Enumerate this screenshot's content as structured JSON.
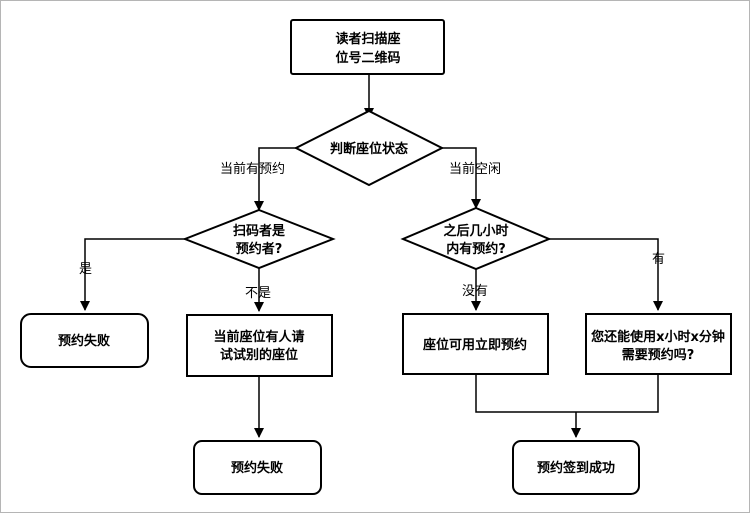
{
  "nodes": {
    "start": [
      "读者扫描座",
      "位号二维码"
    ],
    "judge_state": [
      "判断座位状态"
    ],
    "is_reserver": [
      "扫码者是",
      "预约者?"
    ],
    "has_reservation_later": [
      "之后几小时",
      "内有预约?"
    ],
    "fail_left": [
      "预约失败"
    ],
    "prompt_other_seat": [
      "当前座位有人请",
      "试试别的座位"
    ],
    "fail_bottom": [
      "预约失败"
    ],
    "reserve_now": [
      "座位可用立即预约"
    ],
    "ask_x_hours": [
      "您还能使用x小时x分钟",
      "需要预约吗?"
    ],
    "success": [
      "预约签到成功"
    ]
  },
  "edges": {
    "reserved_now": "当前有预约",
    "idle_now": "当前空闲",
    "yes_left": "是",
    "no_left": "不是",
    "none_right": "没有",
    "yes_right": "有"
  }
}
